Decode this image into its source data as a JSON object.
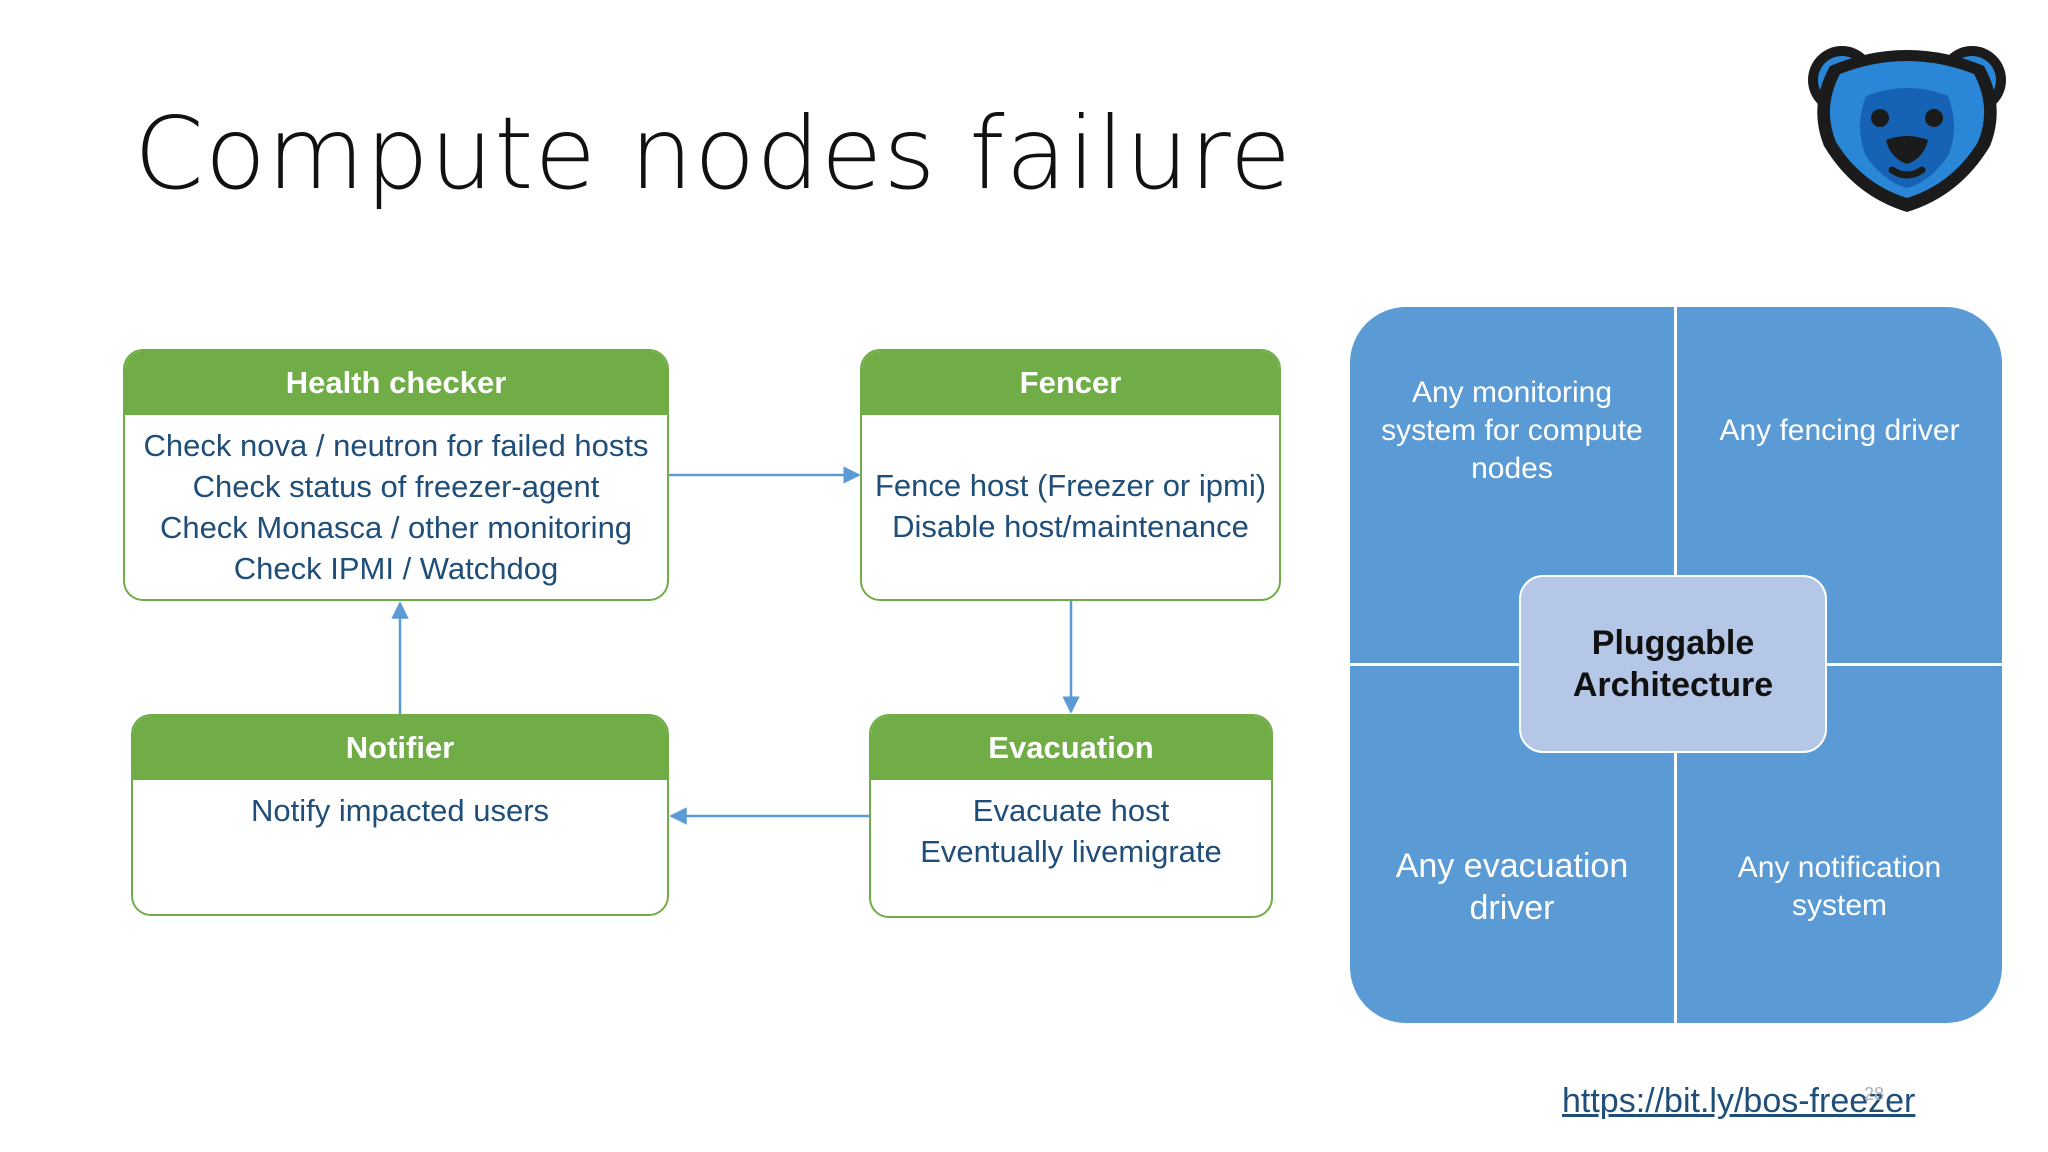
{
  "slide": {
    "title": "Compute nodes failure",
    "link": "https://bit.ly/bos-freezer",
    "slide_number": "28"
  },
  "colors": {
    "green": "#70ad47",
    "blue_panel": "#5b9bd5",
    "center_box": "#b4c7e7",
    "body_text": "#1f4e79"
  },
  "logo": {
    "icon": "bear-logo-icon"
  },
  "boxes": {
    "health_checker": {
      "header": "Health checker",
      "lines": [
        "Check nova / neutron for failed hosts",
        "Check status of freezer-agent",
        "Check Monasca / other monitoring",
        "Check IPMI / Watchdog"
      ]
    },
    "fencer": {
      "header": "Fencer",
      "lines": [
        "Fence host (Freezer or ipmi)",
        "Disable host/maintenance"
      ]
    },
    "notifier": {
      "header": "Notifier",
      "lines": [
        "Notify impacted users"
      ]
    },
    "evacuation": {
      "header": "Evacuation",
      "lines": [
        "Evacuate host",
        "Eventually livemigrate"
      ]
    }
  },
  "architecture": {
    "center": "Pluggable\nArchitecture",
    "top_left": "Any monitoring\nsystem for compute\nnodes",
    "top_right": "Any fencing driver",
    "bottom_left": "Any evacuation\ndriver",
    "bottom_right": "Any notification\nsystem"
  }
}
